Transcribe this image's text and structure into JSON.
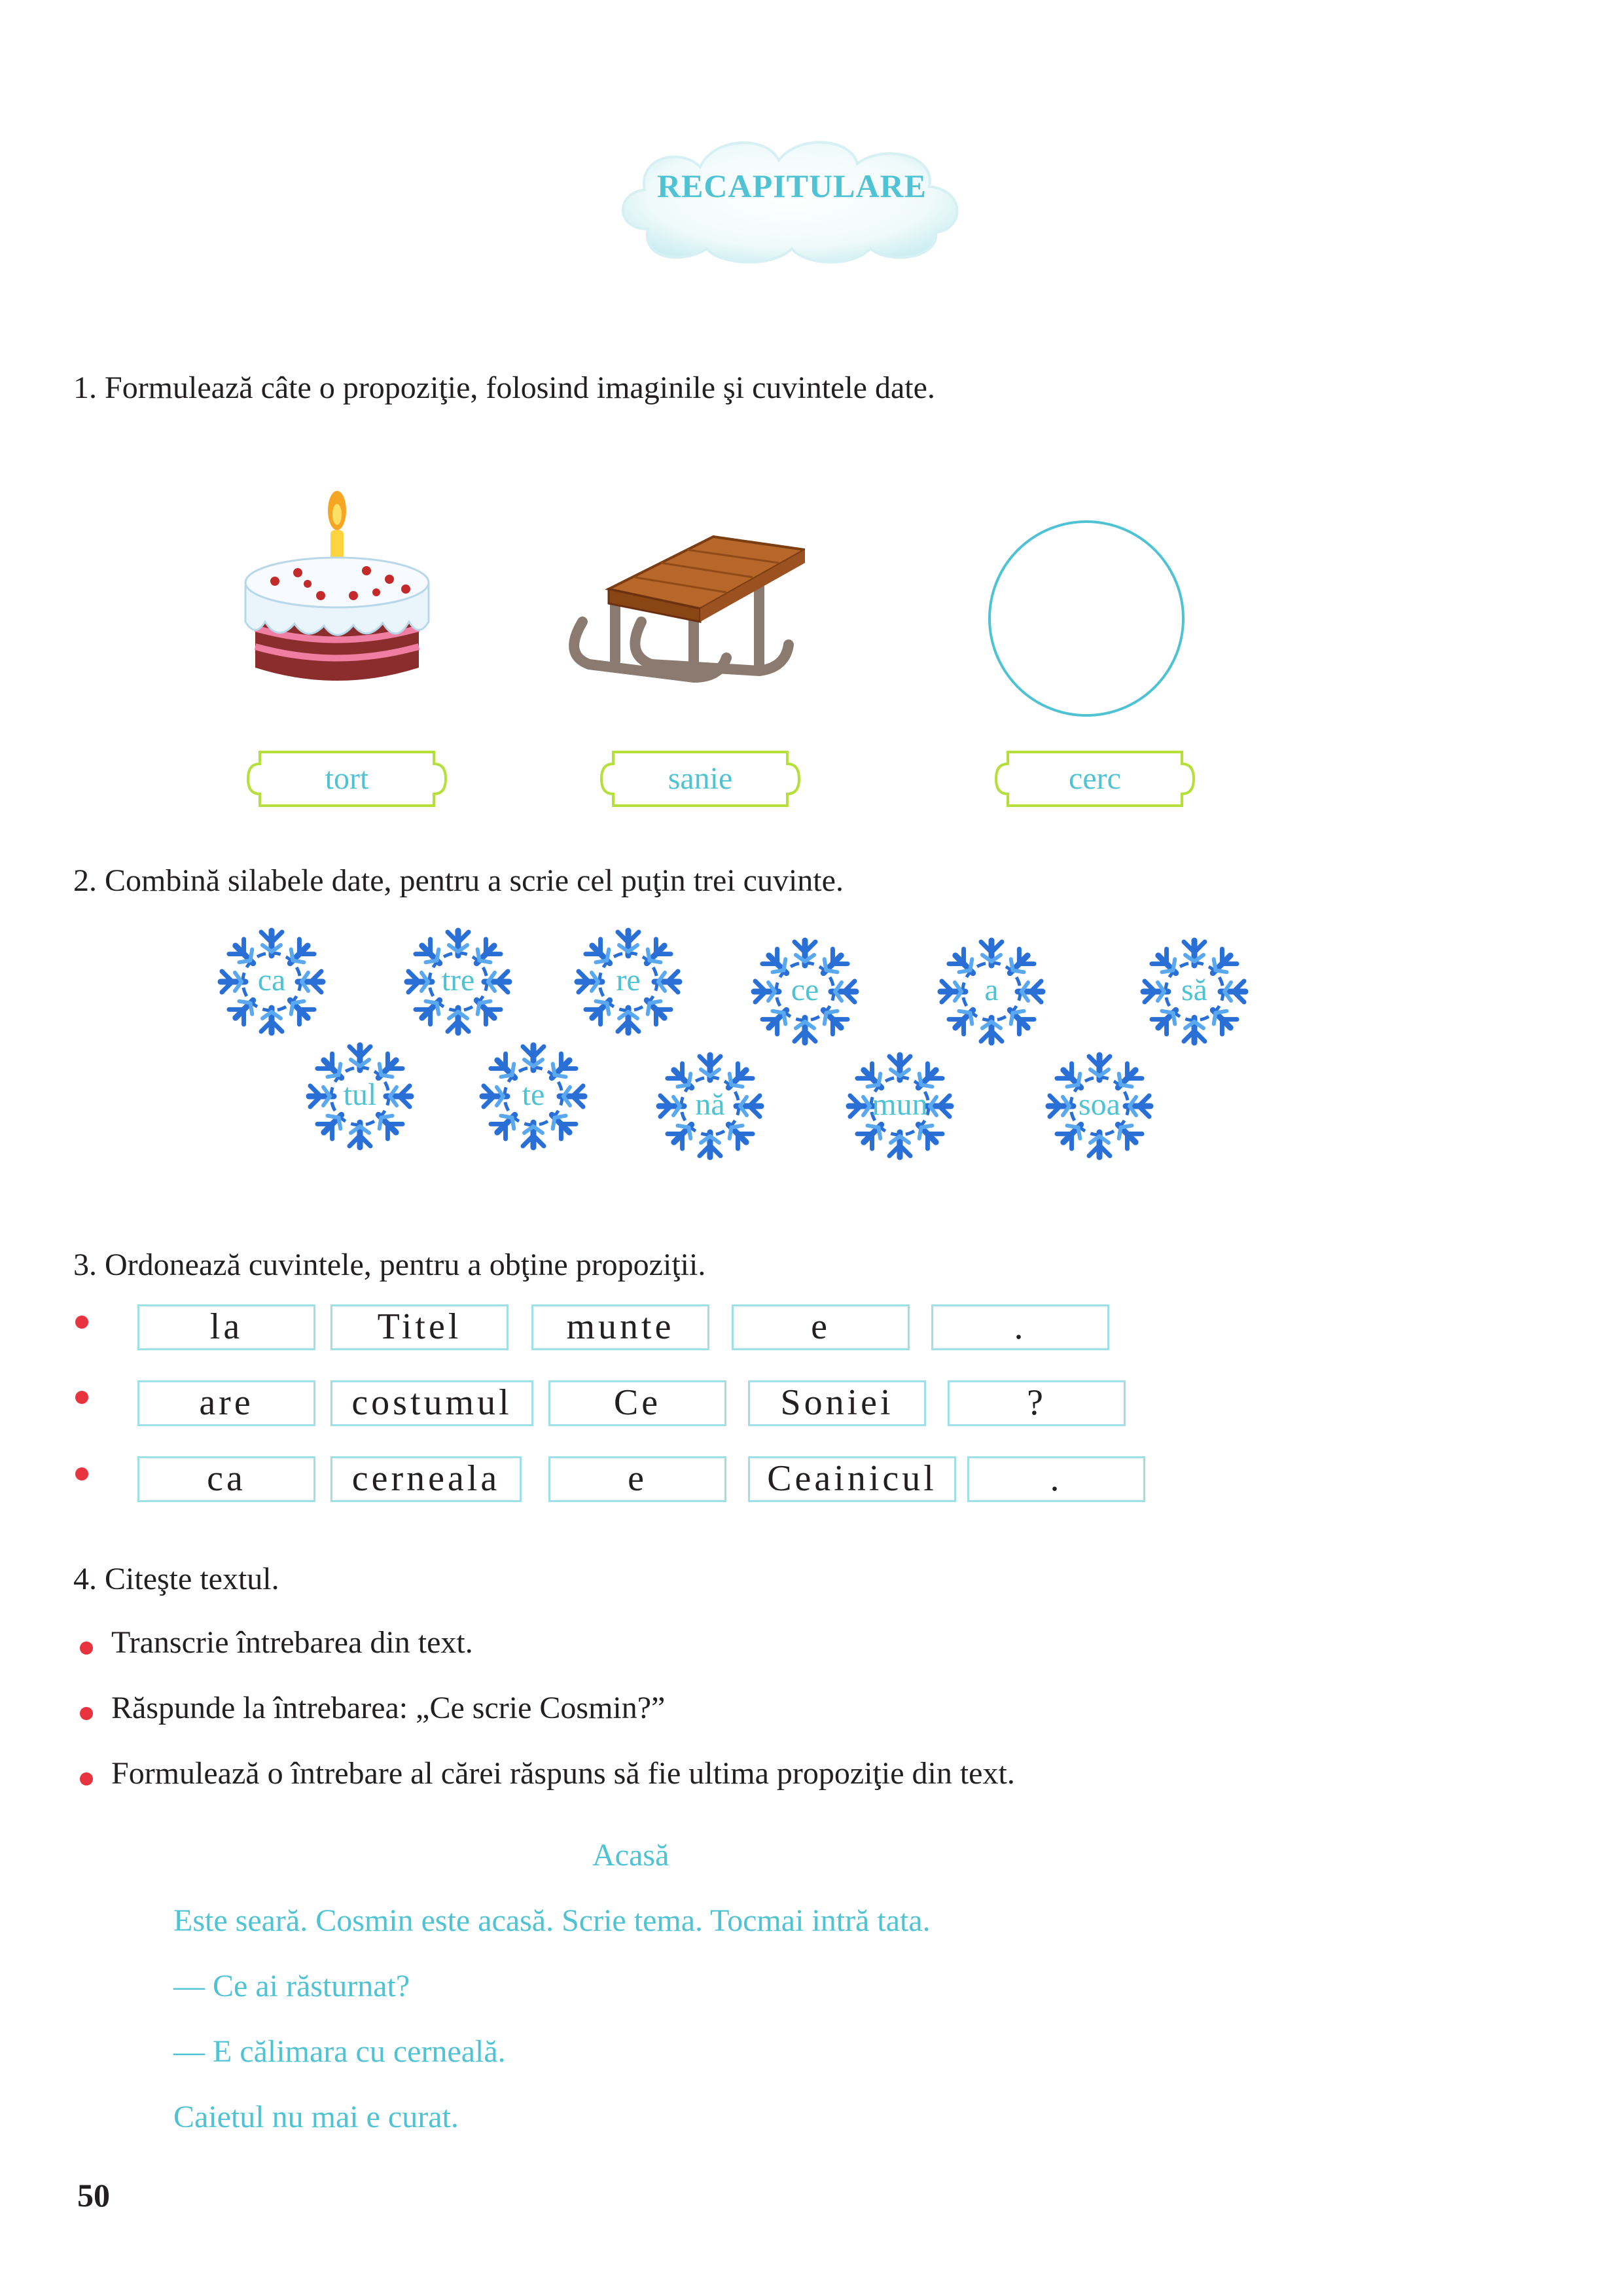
{
  "title": "RECAPITULARE",
  "task1": {
    "instruction": "1. Formulează câte o propoziţie, folosind imaginile şi cuvintele date.",
    "words": [
      "tort",
      "sanie",
      "cerc"
    ]
  },
  "task2": {
    "instruction": "2. Combină silabele date, pentru a scrie cel puţin trei cuvinte.",
    "syllables_row1": [
      "ca",
      "tre",
      "re",
      "ce",
      "a",
      "să"
    ],
    "syllables_row2": [
      "tul",
      "te",
      "nă",
      "mun",
      "soa"
    ]
  },
  "task3": {
    "instruction": "3. Ordonează cuvintele, pentru a obţine propoziţii.",
    "rows": [
      [
        "la",
        "Titel",
        "munte",
        "e",
        "."
      ],
      [
        "are",
        "costumul",
        "Ce",
        "Soniei",
        "?"
      ],
      [
        "ca",
        "cerneala",
        "e",
        "Ceainicul",
        "."
      ]
    ]
  },
  "task4": {
    "instruction": "4. Citeşte textul.",
    "bullets": [
      "Transcrie întrebarea din text.",
      "Răspunde la întrebarea: „Ce scrie Cosmin?”",
      "Formulează o întrebare al cărei răspuns să fie ultima propoziţie din text."
    ]
  },
  "story": {
    "title": "Acasă",
    "lines": [
      "Este seară. Cosmin este acasă. Scrie tema. Tocmai intră tata.",
      "— Ce ai răsturnat?",
      "— E călimara cu cerneală.",
      "Caietul nu mai e curat."
    ]
  },
  "page_number": "50",
  "colors": {
    "accent": "#4fc3d3",
    "bullet": "#e8343f",
    "label_border": "#b5e03c",
    "snowflake": "#2a6fd6"
  }
}
